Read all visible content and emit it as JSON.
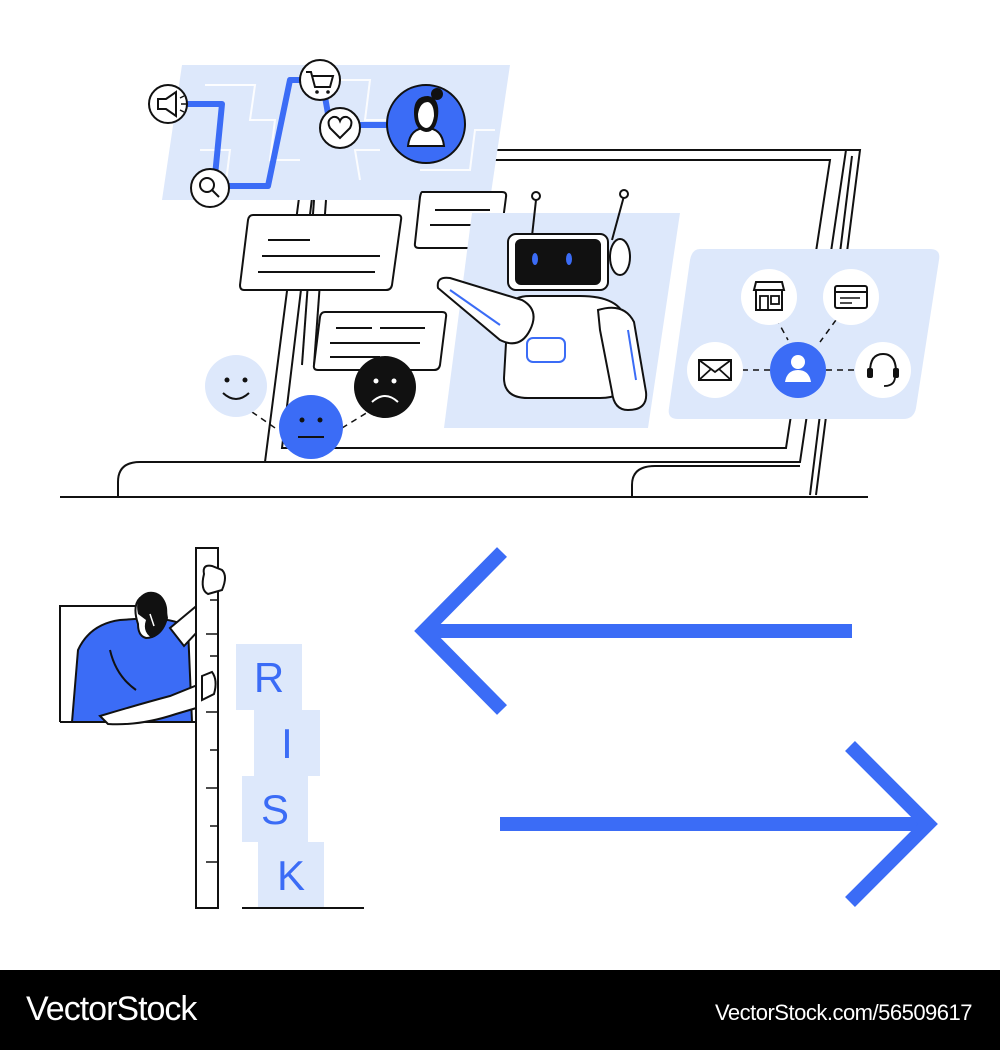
{
  "illustration": {
    "risk_letters": [
      "R",
      "I",
      "S",
      "K"
    ],
    "colors": {
      "accent": "#3b6cf6",
      "light": "#dde8fb",
      "ink": "#111111"
    }
  },
  "footer": {
    "brand": "VectorStock",
    "image_id": "VectorStock.com/56509617"
  }
}
